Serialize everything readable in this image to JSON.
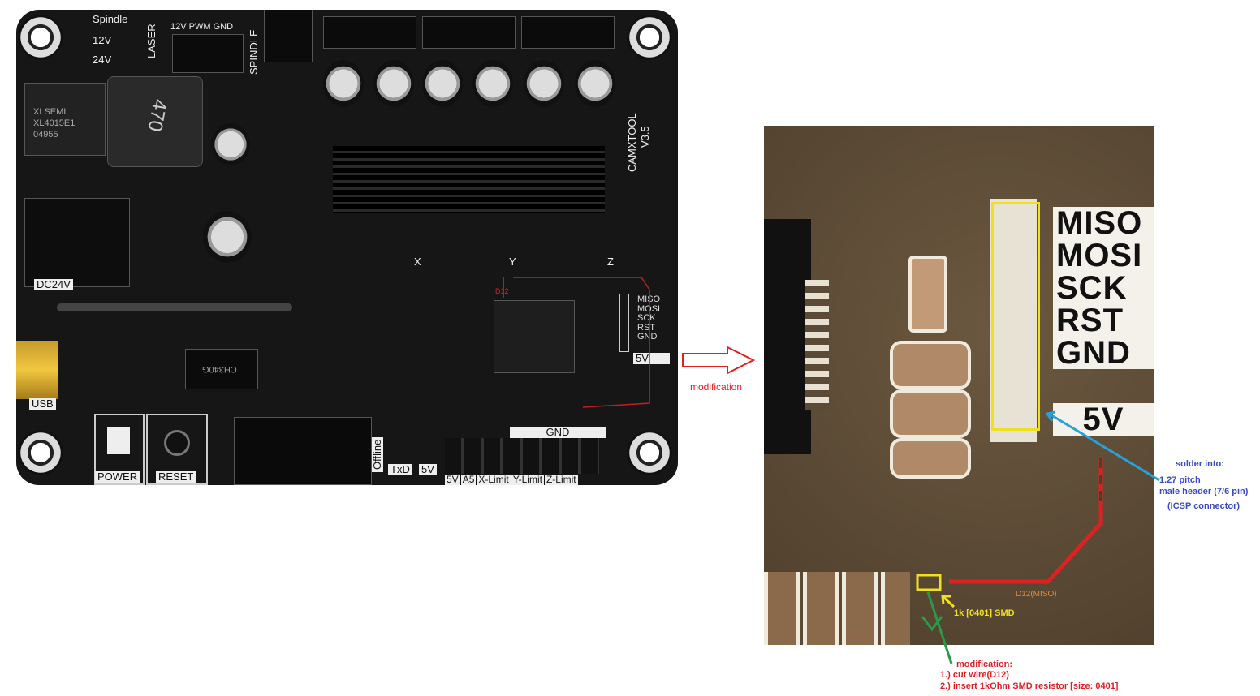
{
  "board": {
    "spindle": "Spindle",
    "v12": "12V",
    "v24": "24V",
    "laser": "LASER",
    "laser_pins": "12V PWM GND",
    "spindle_side": "SPINDLE",
    "brand": "CAMXTOOL",
    "version": "V3.5",
    "chip_reg": "XLSEMI XL4015E1 04955",
    "inductor": "470",
    "axis_x": "X",
    "axis_y": "Y",
    "axis_z": "Z",
    "dc": "DC24V",
    "usb": "USB",
    "power": "POWER",
    "reset": "RESET",
    "offline": "Offline",
    "txd": "TxD",
    "led_5v": "5V",
    "gnd": "GND",
    "limits": [
      "5V",
      "A5",
      "X-Limit",
      "Y-Limit",
      "Z-Limit"
    ],
    "icsp": [
      "MISO",
      "MOSI",
      "SCK",
      "RST",
      "GND"
    ],
    "icsp_5v": "5V",
    "d12": "D12",
    "usb_chip": "CH340G"
  },
  "arrow_label": "modification",
  "photo": {
    "pins": [
      "MISO",
      "MOSI",
      "SCK",
      "RST",
      "GND"
    ],
    "pin_5v": "5V",
    "trace_label": "D12(MISO)",
    "resistor_label": "1k [0401] SMD"
  },
  "notes": {
    "solder_title": "solder into:",
    "solder_l1": "1.27 pitch",
    "solder_l2": "male header (7/6 pin)",
    "solder_l3": "(ICSP connector)",
    "mod_title": "modification:",
    "mod_1": "1.) cut wire(D12)",
    "mod_2": "2.) insert 1kOhm SMD resistor [size: 0401]"
  },
  "colors": {
    "red": "#e02020",
    "blue": "#3a4bc0",
    "yellow": "#f0e020",
    "green": "#2a9a4a",
    "orange": "#e08a40"
  }
}
